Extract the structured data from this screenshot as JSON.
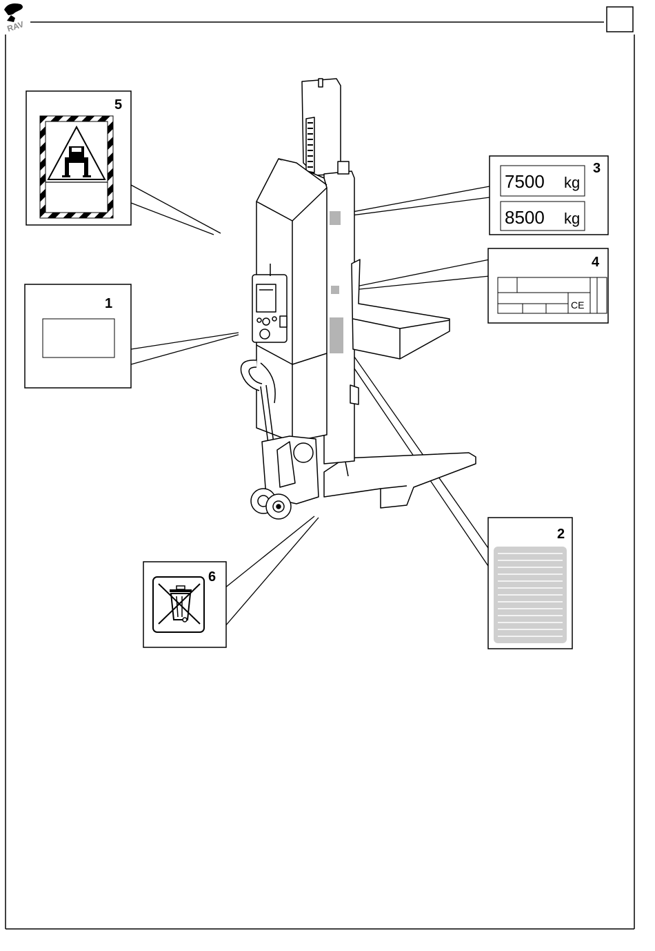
{
  "header": {
    "logo_letters": "RAV",
    "page_box_text": ""
  },
  "callouts": {
    "c1": {
      "number": "1"
    },
    "c2": {
      "number": "2"
    },
    "c3": {
      "number": "3",
      "weights": [
        {
          "value": "7500",
          "unit": "kg"
        },
        {
          "value": "8500",
          "unit": "kg"
        }
      ]
    },
    "c4": {
      "number": "4",
      "ce_mark": "CE"
    },
    "c5": {
      "number": "5"
    },
    "c6": {
      "number": "6"
    }
  },
  "colors": {
    "line": "#000000",
    "label_grey": "#b4b4b4",
    "panel_grey": "#cfcfcf",
    "background": "#ffffff"
  },
  "icons": [
    "rav-logo-icon",
    "crush-hazard-warning-icon",
    "weee-crossed-bin-icon",
    "ce-mark-icon"
  ]
}
